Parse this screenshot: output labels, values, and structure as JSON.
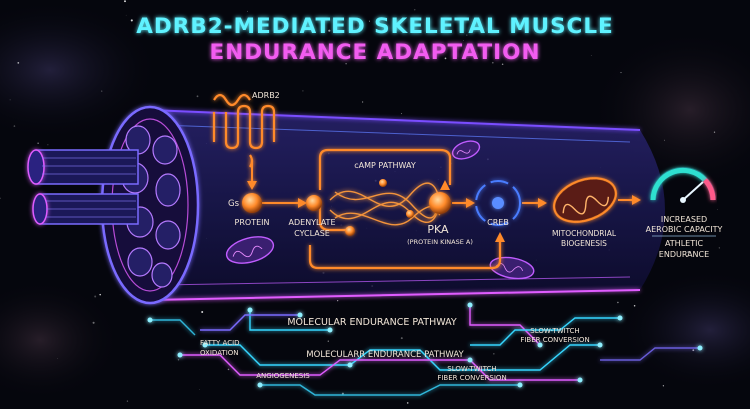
{
  "title": {
    "line1": "ADRB2-MEDIATED SKELETAL MUSCLE",
    "line2": "ENDURANCE ADAPTATION"
  },
  "colors": {
    "background": "#05060d",
    "title_line1": "#5ff2ff",
    "title_line2": "#f25cf0",
    "pathway_orange": "#ff8a2a",
    "muscle_purple": "#7a4dff",
    "muscle_pink": "#e05cff",
    "circuit_cyan": "#36d6ff",
    "creb_blue": "#4a7dff",
    "gauge_teal": "#2fe0d0"
  },
  "nodes": {
    "adrb2": "ADRB2",
    "gs": "Gs",
    "protein": "PROTEIN",
    "adenylate_1": "ADENYLATE",
    "adenylate_2": "CYCLASE",
    "camp": "cAMP PATHWAY",
    "pka": "PKA",
    "pka_full": "(PROTEIN KINASE A)",
    "creb": "CREB",
    "mito_1": "MITOCHONDRIAL",
    "mito_2": "BIOGENESIS",
    "outcome_1": "INCREASED",
    "outcome_2": "AEROBIC CAPACITY",
    "outcome_3": "ATHLETIC",
    "outcome_4": "ENDURANCE"
  },
  "circuit": {
    "title_main": "MOLECULAR ENDURANCE PATHWAY",
    "title_echo": "MOLECULARR ENDURANCE PATHWAY",
    "fatty_1": "FATTY ACID",
    "fatty_2": "OXIDATION",
    "angio": "ANGIOGENESIS",
    "slow_a1": "SLOW-TWITCH",
    "slow_a2": "FIBER CONVERSION",
    "slow_b1": "SLOW-TWITCH",
    "slow_b2": "FIBER CONVERSION"
  }
}
